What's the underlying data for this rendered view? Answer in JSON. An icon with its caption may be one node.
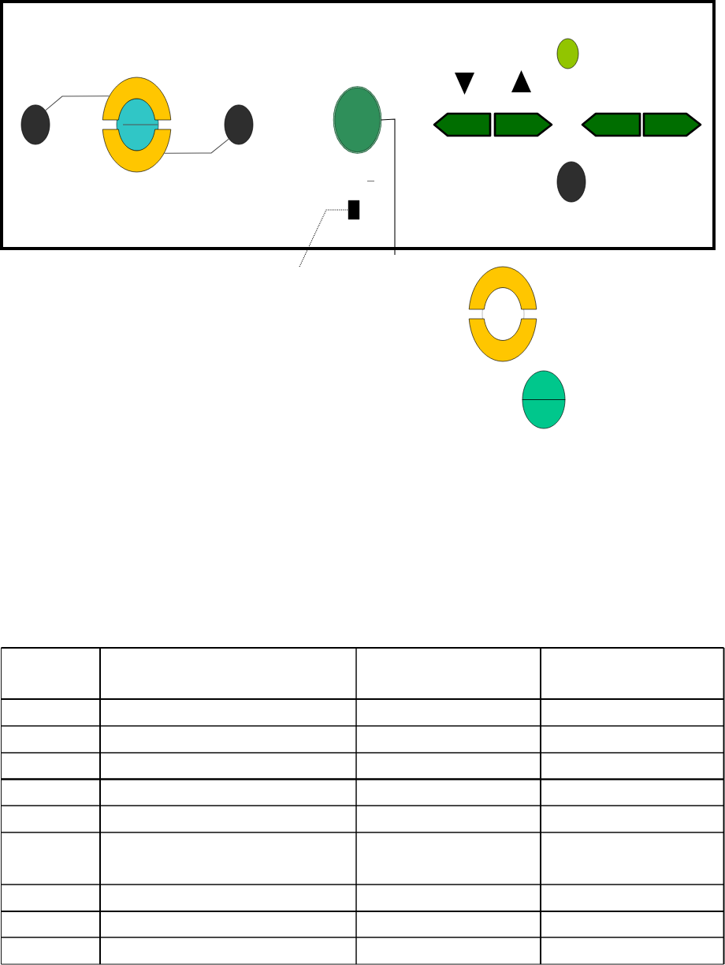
{
  "diagram": {
    "nodes": [
      {
        "text": [],
        "shape": "circle"
      },
      {
        "text": [],
        "shape": "circle"
      },
      {
        "text": [],
        "shape": "ring"
      },
      {
        "text": [],
        "shape": "circle"
      },
      {
        "text": [],
        "shape": "circle"
      },
      {
        "text": [],
        "shape": "circle"
      },
      {
        "text": [],
        "shape": "box"
      },
      {
        "text": [],
        "shape": "ring"
      },
      {
        "text": [],
        "shape": "circle"
      }
    ],
    "edges": [
      {
        "from": 2,
        "to": 1,
        "arrow": "none"
      },
      {
        "from": 2,
        "to": 3,
        "arrow": "none"
      },
      {
        "from": null,
        "to": 4,
        "arrow": "none"
      },
      {
        "from": null,
        "to": 6,
        "arrow": "none",
        "style": "dashed"
      }
    ]
  }
}
